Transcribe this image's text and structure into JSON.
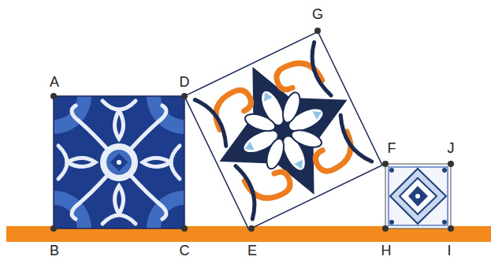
{
  "diagram": {
    "labels": [
      "A",
      "D",
      "G",
      "F",
      "J",
      "B",
      "C",
      "E",
      "H",
      "I"
    ]
  }
}
